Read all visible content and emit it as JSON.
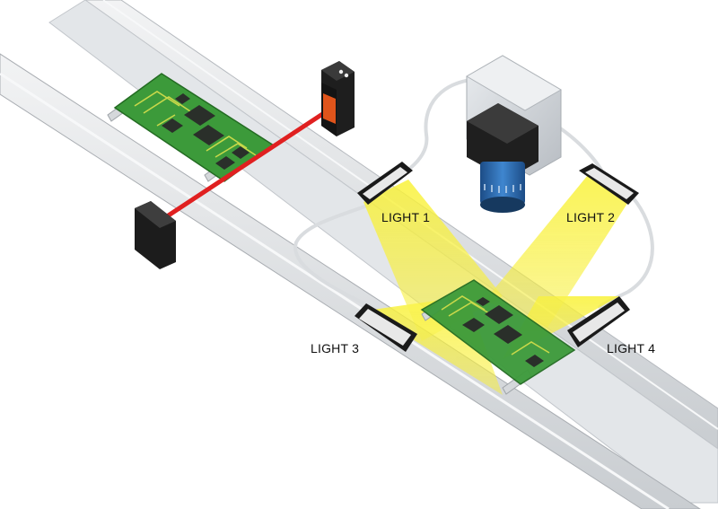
{
  "labels": {
    "light1": "LIGHT 1",
    "light2": "LIGHT 2",
    "light3": "LIGHT 3",
    "light4": "LIGHT 4"
  },
  "colors": {
    "background": "#ffffff",
    "conveyor_rail": "#d7dadd",
    "conveyor_shadow": "#a9adb2",
    "conveyor_highlight": "#f4f5f6",
    "pcb_green": "#3c9a3a",
    "pcb_trace": "#c8d84a",
    "chip": "#2a2f2a",
    "laser_beam": "#e02020",
    "sensor_body": "#1e1e1e",
    "sensor_face": "#e0541b",
    "light_beam": "#f7ee3a",
    "light_bar": "#1a1a1a",
    "light_lens": "#e8e8e8",
    "camera_lens": "#2a66a8",
    "camera_body": "#1f1f1f",
    "mount_bracket": "#cfd3d8",
    "cable": "#e6e8ea"
  },
  "icons": {
    "photoelectric_sensor": "emitter-sensor-icon",
    "reflector": "reflector-icon",
    "camera": "camera-icon",
    "light": "bar-light-icon"
  }
}
